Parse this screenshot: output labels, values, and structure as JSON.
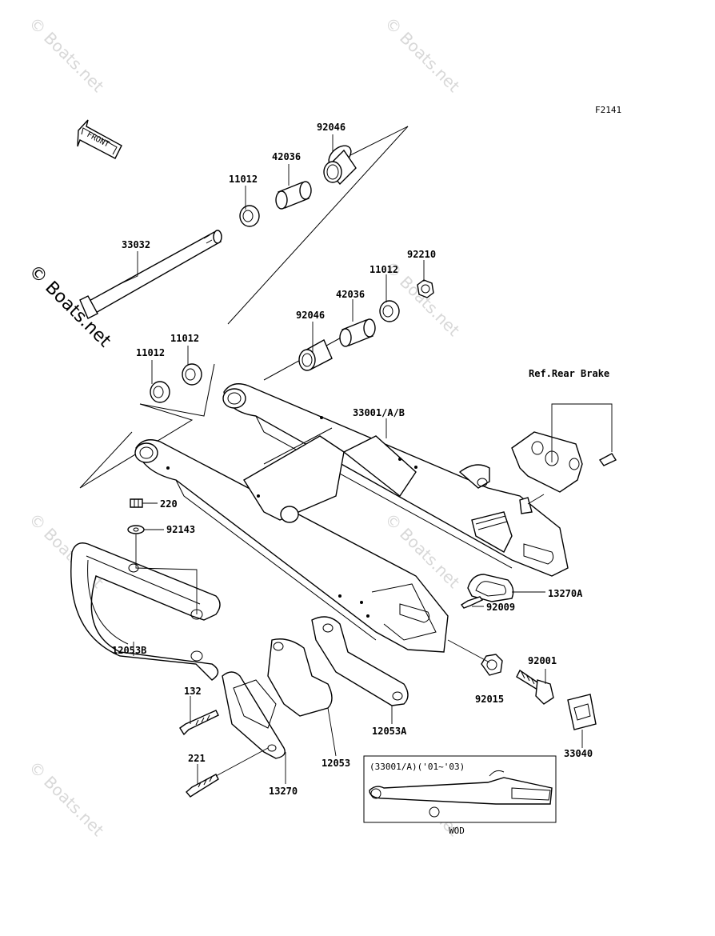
{
  "figure_code": "F2141",
  "watermark": "© Boats.net",
  "front_label": "FRONT",
  "ref_label": "Ref.Rear Brake",
  "inset": {
    "title": "(33001/A)('01~'03)",
    "caption": "WOD"
  },
  "parts": {
    "p92046a": "92046",
    "p42036a": "42036",
    "p11012a": "11012",
    "p33032": "33032",
    "p92210": "92210",
    "p11012b": "11012",
    "p42036b": "42036",
    "p92046b": "92046",
    "p11012c": "11012",
    "p11012d": "11012",
    "p33001": "33001/A/B",
    "p220": "220",
    "p92143": "92143",
    "p13270a": "13270A",
    "p92009": "92009",
    "p12053b": "12053B",
    "p92001": "92001",
    "p92015": "92015",
    "p132": "132",
    "p12053a": "12053A",
    "p33040": "33040",
    "p221": "221",
    "p12053": "12053",
    "p13270": "13270"
  }
}
